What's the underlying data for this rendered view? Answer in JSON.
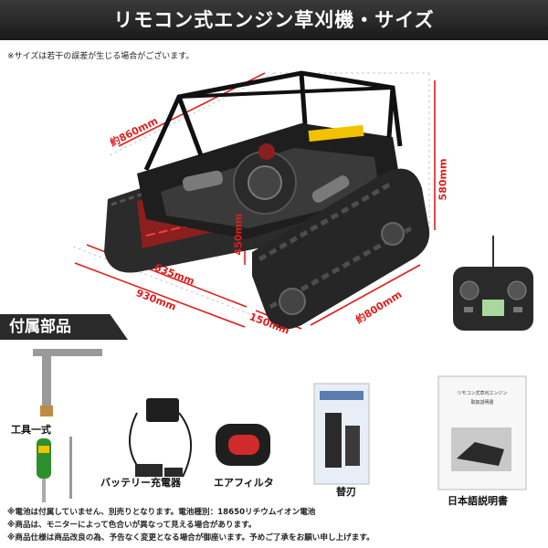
{
  "header": {
    "title": "リモコン式エンジン草刈機・サイズ"
  },
  "notice_top": "※サイズは若干の誤差が生じる場合がございます。",
  "dimensions": {
    "overall_length": "約860mm",
    "height_top": "580mm",
    "deck_height": "450mm",
    "inner_length": "635mm",
    "full_length": "930mm",
    "track_width": "150mm",
    "width": "約800mm"
  },
  "section": {
    "title": "付属部品"
  },
  "accessories": [
    {
      "label": "工具一式",
      "icon": "wrench-icon"
    },
    {
      "label": "バッテリー充電器",
      "icon": "charger-icon"
    },
    {
      "label": "エアフィルタ",
      "icon": "air-filter-icon"
    },
    {
      "label": "替刃",
      "icon": "blade-pack-icon"
    },
    {
      "label": "日本語説明書",
      "icon": "manual-icon"
    }
  ],
  "manual_card": {
    "line1": "リモコン式草刈エンジン",
    "line2": "取扱説明書"
  },
  "notes": [
    "※電池は付属していません、別売りとなります。電池種別：18650リチウムイオン電池",
    "※商品は、モニターによって色合いが異なって見える場合があります。",
    "※商品仕様は商品改良の為、予告なく変更となる場合が御座います。予めご了承をお願い申し上げます。"
  ],
  "colors": {
    "accent": "#e21c1c",
    "banner": "#2a2a2a",
    "machine": "#222222",
    "warning": "#f2c200"
  }
}
